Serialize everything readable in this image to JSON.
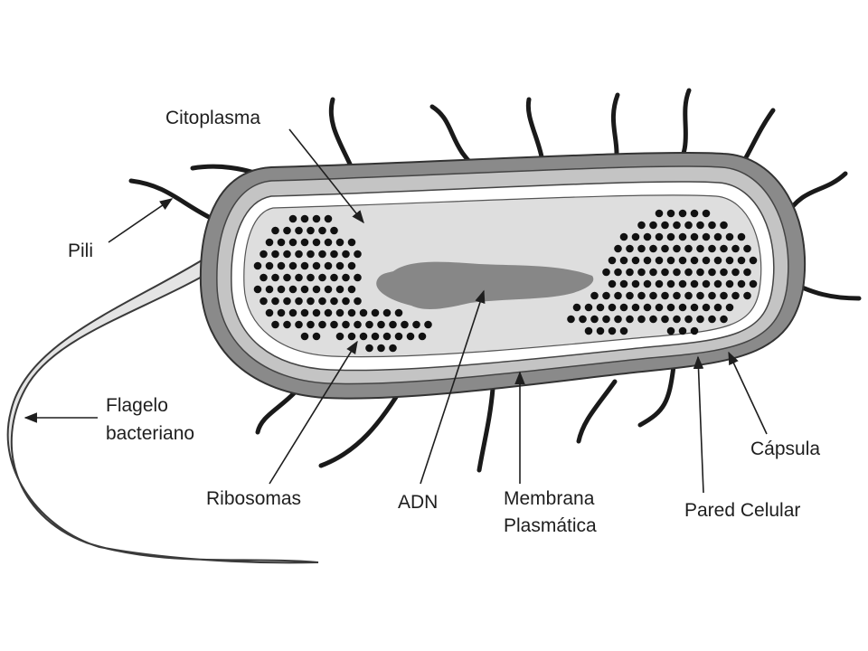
{
  "labels": {
    "citoplasma": "Citoplasma",
    "pili": "Pili",
    "flagelo_1": "Flagelo",
    "flagelo_2": "bacteriano",
    "ribosomas": "Ribosomas",
    "adn": "ADN",
    "membrana_1": "Membrana",
    "membrana_2": "Plasmática",
    "pared": "Pared Celular",
    "capsula": "Cápsula"
  },
  "colors": {
    "capsule": "#8a8a8a",
    "cell_wall": "#c4c4c4",
    "membrane": "#ffffff",
    "cytoplasm": "#dedede",
    "dna": "#878787",
    "ribosome": "#111111",
    "pili": "#1a1a1a",
    "flagellum": "#e4e4e4"
  }
}
